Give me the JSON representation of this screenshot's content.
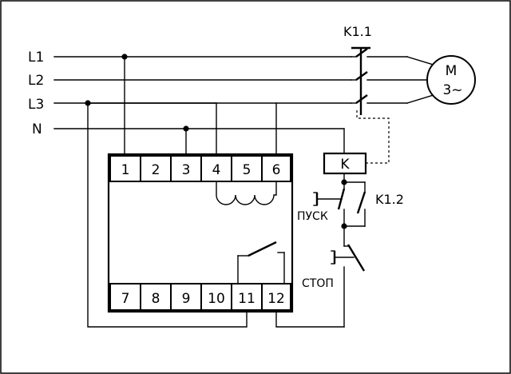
{
  "lines": {
    "l1": "L1",
    "l2": "L2",
    "l3": "L3",
    "n": "N"
  },
  "contactor_main_label": "K1.1",
  "motor": {
    "line1": "M",
    "line2": "3~"
  },
  "coil_label": "K",
  "aux_contact_label": "K1.2",
  "start_button_label": "ПУСК",
  "stop_button_label": "СТОП",
  "top_terminals": [
    "1",
    "2",
    "3",
    "4",
    "5",
    "6"
  ],
  "bottom_terminals": [
    "7",
    "8",
    "9",
    "10",
    "11",
    "12"
  ]
}
